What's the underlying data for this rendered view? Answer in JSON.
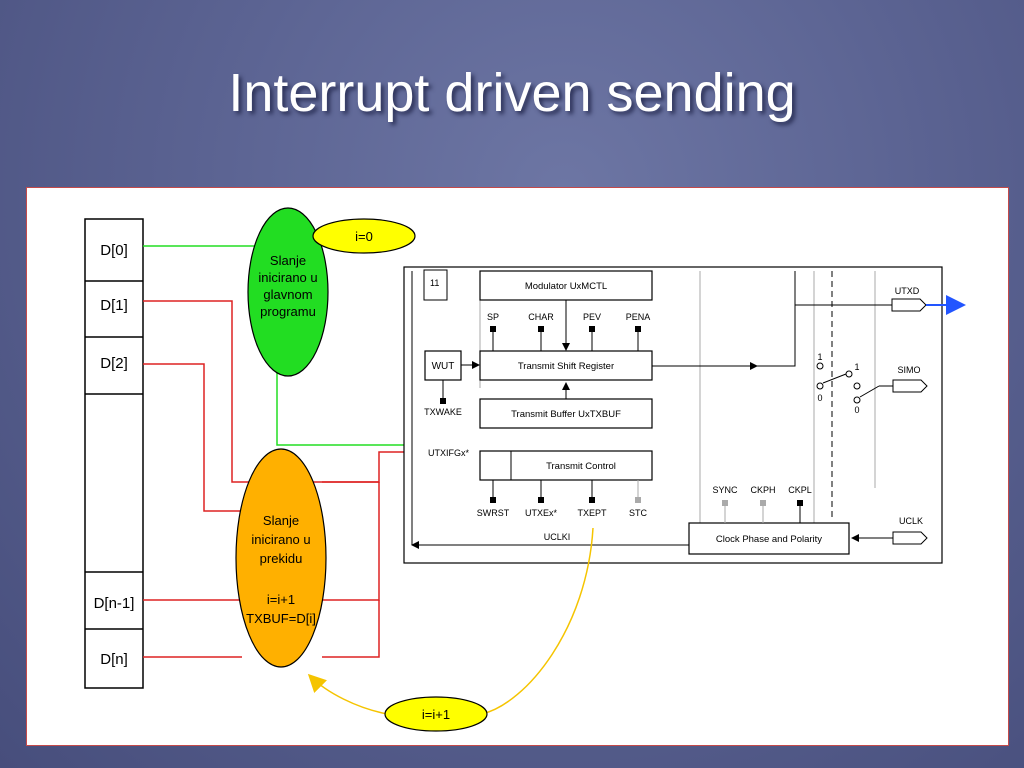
{
  "title": "Interrupt driven sending",
  "colors": {
    "background": "#5b6392",
    "green": "#22dd22",
    "orange": "#ffb000",
    "yellow": "#ffff00",
    "red": "#dd2222",
    "blue": "#2255ff"
  },
  "buffer": {
    "cells": [
      "D[0]",
      "D[1]",
      "D[2]",
      "D[n-1]",
      "D[n]"
    ]
  },
  "green_ellipse": {
    "lines": [
      "Slanje",
      "inicirano u",
      "glavnom",
      "programu"
    ]
  },
  "orange_ellipse": {
    "lines1": [
      "Slanje",
      "inicirano u",
      "prekidu"
    ],
    "lines2": [
      "i=i+1",
      "TXBUF=D[i]"
    ]
  },
  "badges": {
    "init": "i=0",
    "increment": "i=i+1"
  },
  "uart": {
    "corner_label": "11",
    "modulator": "Modulator UxMCTL",
    "shift_register": "Transmit Shift Register",
    "transmit_buffer": "Transmit Buffer UxTXBUF",
    "transmit_control": "Transmit Control",
    "wut": "WUT",
    "txwake": "TXWAKE",
    "top_signals": [
      "SP",
      "CHAR",
      "PEV",
      "PENA"
    ],
    "bottom_signals": [
      "SWRST",
      "UTXEx*",
      "TXEPT",
      "STC"
    ],
    "clock_signals": [
      "SYNC",
      "CKPH",
      "CKPL"
    ],
    "utxifg": "UTXIFGx*",
    "uclki": "UCLKI",
    "clock_block": "Clock Phase and Polarity",
    "pins": {
      "utxd": "UTXD",
      "simo": "SIMO",
      "uclk": "UCLK"
    },
    "switch_labels": {
      "s1_top": "1",
      "s1_bottom": "0",
      "s2_top": "1",
      "s2_bottom": "0"
    }
  }
}
